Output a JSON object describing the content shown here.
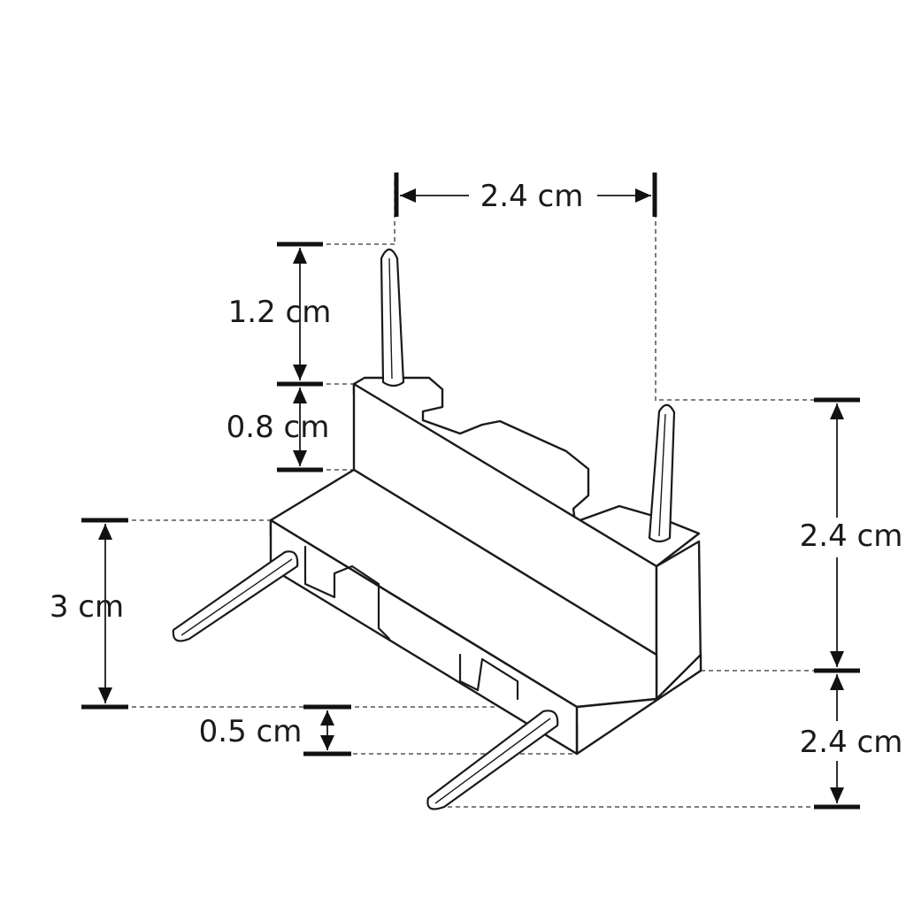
{
  "dimensions": {
    "pin_spacing": "2.4 cm",
    "pin_height": "1.2 cm",
    "back_step": "0.8 cm",
    "front_height": "3 cm",
    "base_offset": "0.5 cm",
    "upper_height": "2.4 cm",
    "lower_height": "2.4 cm"
  },
  "colors": {
    "line": "#1a1a1a",
    "background": "#ffffff"
  }
}
